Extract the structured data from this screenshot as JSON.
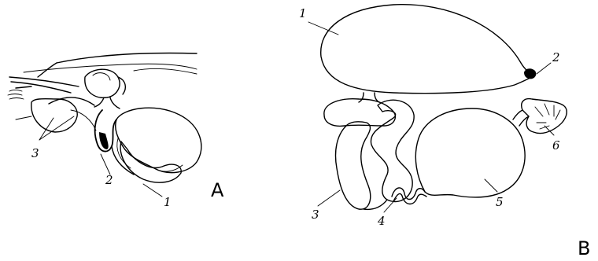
{
  "panel_a": {
    "letter": "A",
    "labels": [
      "3",
      "2",
      "1"
    ]
  },
  "panel_b": {
    "letter": "B",
    "labels": [
      "1",
      "2",
      "3",
      "4",
      "5",
      "6"
    ]
  }
}
